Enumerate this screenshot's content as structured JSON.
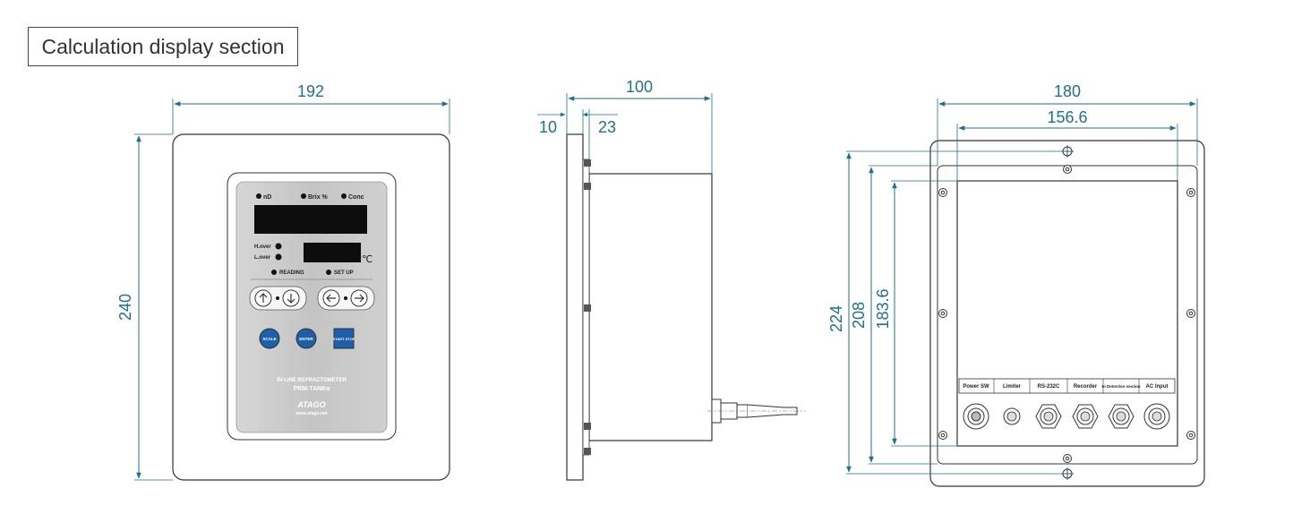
{
  "title": "Calculation display section",
  "front_view": {
    "width": "192",
    "height": "240",
    "panel": {
      "indicators": [
        "nD",
        "Brix %",
        "Conc"
      ],
      "alarms": [
        "H.over",
        "L.over"
      ],
      "unit": "℃",
      "modes": [
        "READING",
        "SET UP"
      ],
      "buttons": [
        "SCALE",
        "ENTER",
        "START STOP"
      ],
      "product_line1": "IN-LINE REFRACTOMETER",
      "product_line2": "PRM-TANKα",
      "brand": "ATAGO",
      "website": "www.atago.net"
    }
  },
  "side_view": {
    "depth": "100",
    "flange": "10",
    "offset": "23"
  },
  "rear_view": {
    "outer_width": "180",
    "inner_width": "156.6",
    "outer_height": "224",
    "mid_height": "208",
    "inner_height": "183.6",
    "connectors": [
      "Power SW",
      "Limiter",
      "RS-232C",
      "Recorder",
      "to Detection section",
      "AC Input"
    ]
  }
}
